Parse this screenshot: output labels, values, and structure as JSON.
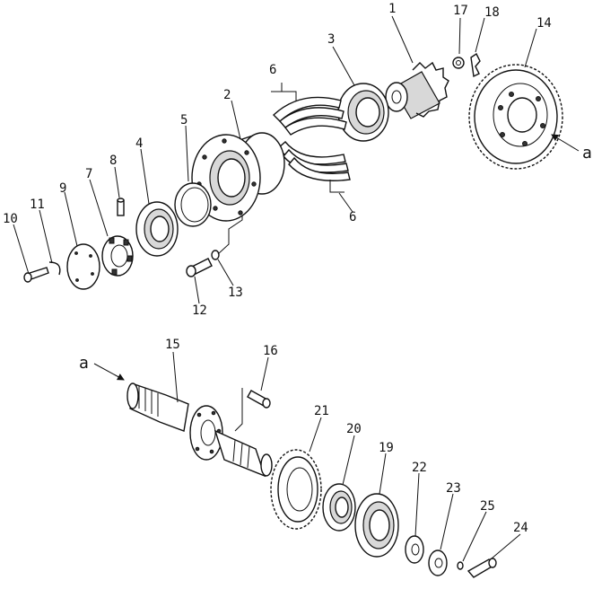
{
  "callouts": {
    "c1": "1",
    "c2": "2",
    "c3": "3",
    "c4": "4",
    "c5": "5",
    "c6_top": "6",
    "c6_bottom": "6",
    "c7": "7",
    "c8": "8",
    "c9": "9",
    "c10": "10",
    "c11": "11",
    "c12": "12",
    "c13": "13",
    "c14": "14",
    "c15": "15",
    "c16": "16",
    "c17": "17",
    "c18": "18",
    "c19": "19",
    "c20": "20",
    "c21": "21",
    "c22": "22",
    "c23": "23",
    "c24": "24",
    "c25": "25"
  },
  "reference_marks": {
    "a_top": "a",
    "a_bottom": "a"
  }
}
